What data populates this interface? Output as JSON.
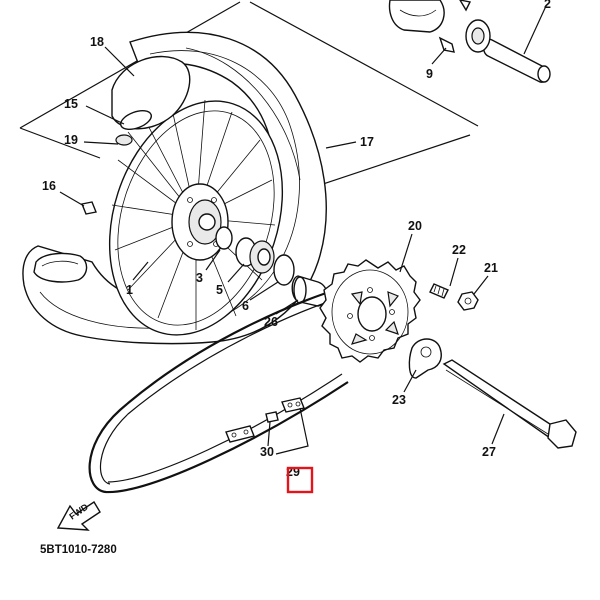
{
  "diagram": {
    "catalog_code": "5BT1010-7280",
    "fwd_label": "FWD",
    "highlight_color": "#e3141b",
    "callouts": [
      {
        "id": "c1",
        "label": "1"
      },
      {
        "id": "c2",
        "label": "2"
      },
      {
        "id": "c3",
        "label": "3"
      },
      {
        "id": "c5",
        "label": "5"
      },
      {
        "id": "c6",
        "label": "6"
      },
      {
        "id": "c9",
        "label": "9"
      },
      {
        "id": "c15",
        "label": "15"
      },
      {
        "id": "c16",
        "label": "16"
      },
      {
        "id": "c17",
        "label": "17"
      },
      {
        "id": "c18",
        "label": "18"
      },
      {
        "id": "c19",
        "label": "19"
      },
      {
        "id": "c20",
        "label": "20"
      },
      {
        "id": "c21",
        "label": "21"
      },
      {
        "id": "c22",
        "label": "22"
      },
      {
        "id": "c23",
        "label": "23"
      },
      {
        "id": "c26",
        "label": "26"
      },
      {
        "id": "c27",
        "label": "27"
      },
      {
        "id": "c29",
        "label": "29"
      },
      {
        "id": "c30",
        "label": "30"
      }
    ]
  }
}
